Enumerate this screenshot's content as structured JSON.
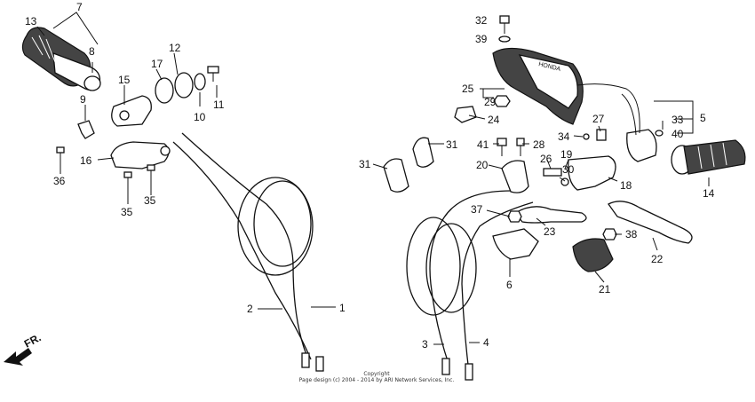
{
  "fr_label": "FR.",
  "copyright": {
    "line1": "Copyright",
    "line2": "Page design (c) 2004 - 2014 by ARI Network Services, Inc."
  },
  "callouts": {
    "c1": "1",
    "c2": "2",
    "c3": "3",
    "c4": "4",
    "c5": "5",
    "c6": "6",
    "c7": "7",
    "c8": "8",
    "c9": "9",
    "c10": "10",
    "c11": "11",
    "c12": "12",
    "c13": "13",
    "c14": "14",
    "c15": "15",
    "c16": "16",
    "c17": "17",
    "c18": "18",
    "c19": "19",
    "c20": "20",
    "c21": "21",
    "c22": "22",
    "c23": "23",
    "c24": "24",
    "c25": "25",
    "c26": "26",
    "c27": "27",
    "c28": "28",
    "c29": "29",
    "c30": "30",
    "c31a": "31",
    "c31b": "31",
    "c32": "32",
    "c33": "33",
    "c34": "34",
    "c35a": "35",
    "c35b": "35",
    "c36": "36",
    "c37": "37",
    "c38": "38",
    "c39": "39",
    "c40": "40",
    "c41": "41"
  },
  "brand_mark": "HONDA"
}
